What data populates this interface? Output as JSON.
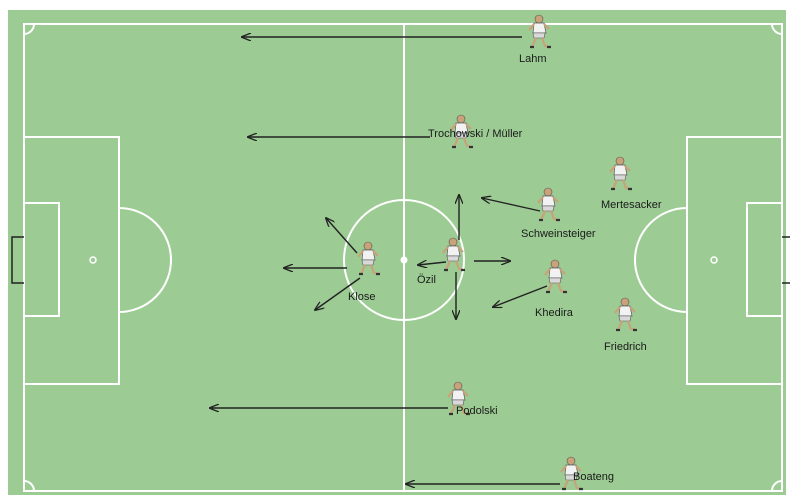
{
  "colors": {
    "grass": "#9ccc94",
    "grass_light": "#a6d49e",
    "lines": "#ffffff",
    "arrow": "#222222",
    "player_shirt": "#f2f2f2",
    "player_shorts": "#d9d9d9",
    "player_skin": "#c9a27a",
    "player_outline": "#555555"
  },
  "players": [
    {
      "id": "lahm",
      "name": "Lahm"
    },
    {
      "id": "trochowski-muller",
      "name": "Trochowski / Müller"
    },
    {
      "id": "mertesacker",
      "name": "Mertesacker"
    },
    {
      "id": "schweinsteiger",
      "name": "Schweinsteiger"
    },
    {
      "id": "ozil",
      "name": "Özil"
    },
    {
      "id": "klose",
      "name": "Klose"
    },
    {
      "id": "khedira",
      "name": "Khedira"
    },
    {
      "id": "friedrich",
      "name": "Friedrich"
    },
    {
      "id": "podolski",
      "name": "Podolski"
    },
    {
      "id": "boateng",
      "name": "Boateng"
    }
  ]
}
